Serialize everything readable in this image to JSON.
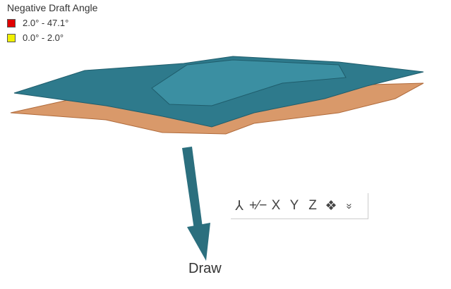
{
  "legend": {
    "title": "Negative Draft Angle",
    "items": [
      {
        "label": "2.0° - 47.1°",
        "color": "#e00000"
      },
      {
        "label": "0.0° - 2.0°",
        "color": "#f0f000"
      }
    ]
  },
  "toolbar": {
    "items": [
      {
        "icon": "axis-triad-icon",
        "label": "⅄"
      },
      {
        "icon": "flip-icon",
        "label": "+∕−"
      },
      {
        "icon": "x-view",
        "label": "X"
      },
      {
        "icon": "y-view",
        "label": "Y"
      },
      {
        "icon": "z-view",
        "label": "Z"
      },
      {
        "icon": "isometric-icon",
        "label": "❖"
      },
      {
        "icon": "expand-more-icon",
        "label": "»"
      }
    ]
  },
  "arrow_label": "Draw"
}
